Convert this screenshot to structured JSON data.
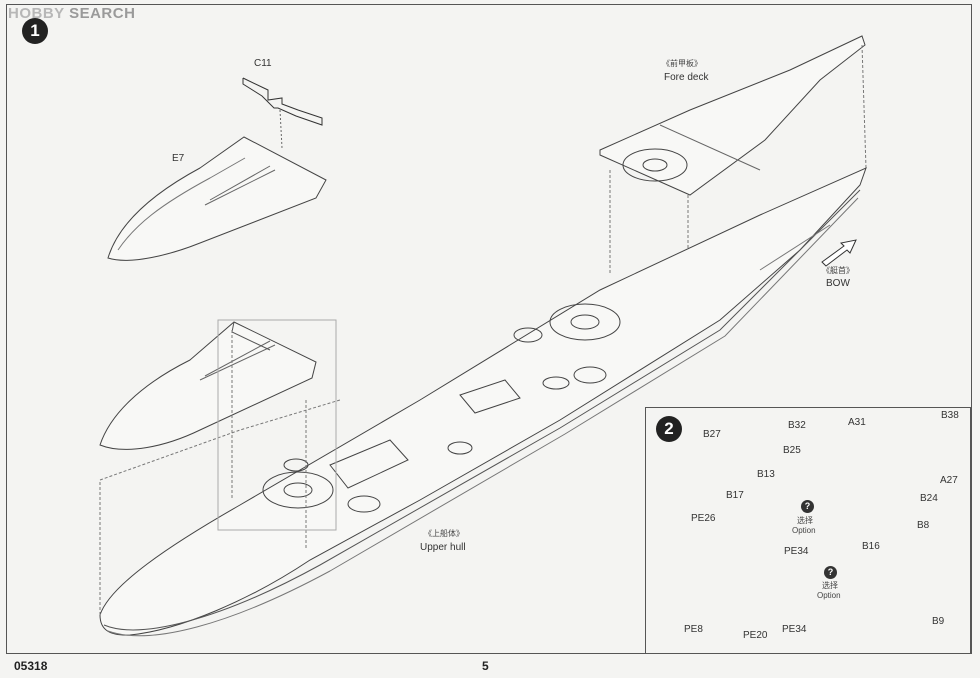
{
  "watermark": {
    "hobby": "HOBBY",
    "search": "SEARCH"
  },
  "steps": {
    "step1": "1",
    "step2": "2"
  },
  "parts": {
    "c11": "C11",
    "e7": "E7",
    "fore_deck_cn": "《前甲板》",
    "fore_deck_en": "Fore deck",
    "bow_cn": "《艇首》",
    "bow_en": "BOW",
    "upper_hull_cn": "《上船体》",
    "upper_hull_en": "Upper hull"
  },
  "inset": {
    "b27": "B27",
    "b32": "B32",
    "b25": "B25",
    "a31": "A31",
    "b38": "B38",
    "b13": "B13",
    "b17": "B17",
    "a27": "A27",
    "b24": "B24",
    "pe26": "PE26",
    "option1_cn": "选择",
    "option1_en": "Option",
    "pe34a": "PE34",
    "b16": "B16",
    "b8": "B8",
    "option2_cn": "选择",
    "option2_en": "Option",
    "pe8": "PE8",
    "pe20": "PE20",
    "pe34b": "PE34",
    "b9": "B9",
    "q1": "?",
    "q2": "?"
  },
  "footer": {
    "code": "05318",
    "page": "5"
  }
}
